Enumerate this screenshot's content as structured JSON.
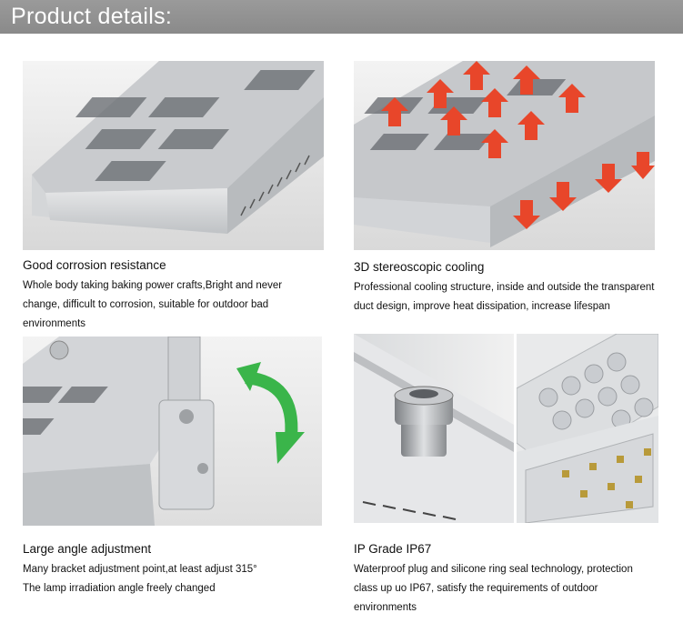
{
  "header": {
    "title": "Product details:"
  },
  "features": [
    {
      "title": "Good corrosion resistance",
      "lines": [
        "Whole body taking baking power crafts,Bright and never",
        "change, difficult to corrosion, suitable for outdoor bad",
        "environments"
      ]
    },
    {
      "title": "3D stereoscopic cooling",
      "lines": [
        "Professional cooling structure, inside and outside the transparent",
        "duct design, improve heat dissipation, increase lifespan"
      ]
    },
    {
      "title": "Large angle adjustment",
      "lines": [
        "Many bracket adjustment point,at least adjust 315°",
        "The lamp irradiation angle freely changed"
      ]
    },
    {
      "title": "IP Grade IP67",
      "lines": [
        "Waterproof plug and silicone ring seal technology, protection",
        "class up uo IP67, satisfy the requirements of outdoor",
        "environments"
      ]
    }
  ],
  "colors": {
    "header_bg": "#8f8f8f",
    "arrow_red": "#e8462a",
    "arrow_green": "#3ab54a",
    "body_silver": "#d9dbdd"
  }
}
